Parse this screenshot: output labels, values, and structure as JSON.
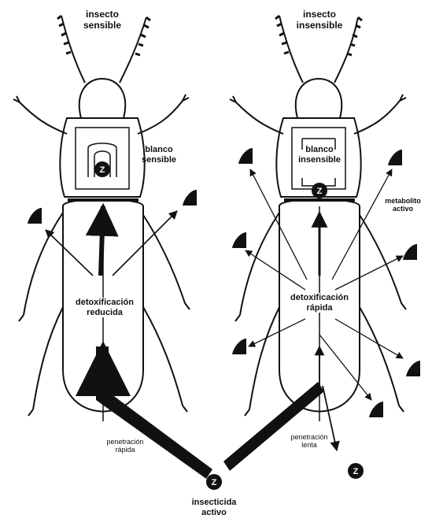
{
  "colors": {
    "ink": "#111111",
    "background": "#ffffff"
  },
  "left_panel": {
    "title": [
      "insecto",
      "sensible"
    ],
    "target": [
      "blanco",
      "sensible"
    ],
    "detox": [
      "detoxificación",
      "reducida"
    ],
    "penetration": [
      "penetración",
      "rápida"
    ]
  },
  "right_panel": {
    "title": [
      "insecto",
      "insensible"
    ],
    "target": [
      "blanco",
      "insensible"
    ],
    "detox": [
      "detoxificación",
      "rápida"
    ],
    "metabolite": [
      "metabolito",
      "activo"
    ],
    "penetration": [
      "penetración",
      "lenta"
    ]
  },
  "source": {
    "label": [
      "insecticida",
      "activo"
    ]
  }
}
